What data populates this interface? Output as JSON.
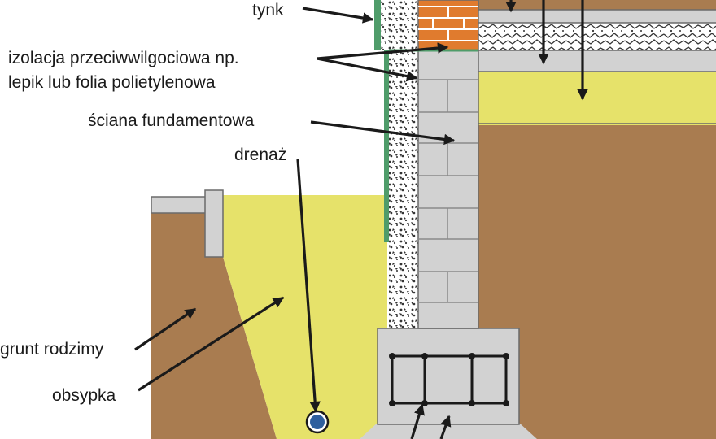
{
  "labels": {
    "plaster": "tynk",
    "waterproofing_line1": "izolacja przeciwwilgociowa np.",
    "waterproofing_line2": "lepik lub folia polietylenowa",
    "foundation_wall": "ściana fundamentowa",
    "drainage": "drenaż",
    "native_soil": "grunt rodzimy",
    "backfill": "obsypka"
  },
  "colors": {
    "soil": "#a97c50",
    "backfill": "#e6e26a",
    "concrete": "#d2d2d2",
    "brick": "#e07b2e",
    "membrane": "#4f9c6a",
    "pipe": "#2e5f9e"
  }
}
